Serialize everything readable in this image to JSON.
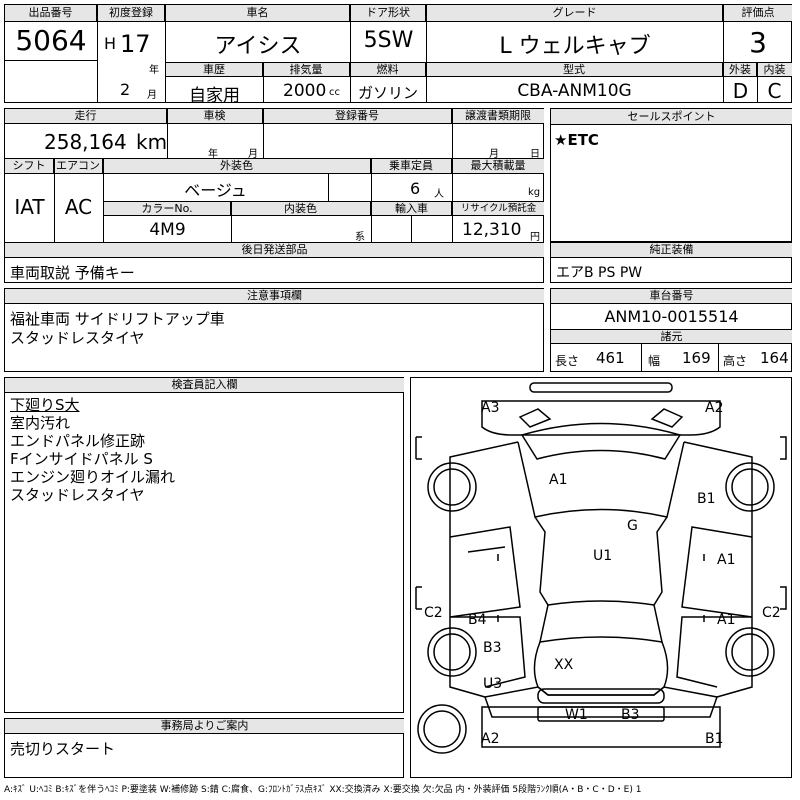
{
  "header": {
    "lot_label": "出品番号",
    "lot_no": "5064",
    "first_reg_label": "初度登録",
    "era": "H",
    "year": "17",
    "year_unit": "年",
    "month": "2",
    "month_unit": "月",
    "car_name_label": "車名",
    "car_name": "アイシス",
    "door_label": "ドア形状",
    "door": "5SW",
    "grade_label": "グレード",
    "grade": "L ウェルキャブ",
    "score_label": "評価点",
    "score": "3",
    "history_label": "車歴",
    "history": "自家用",
    "displacement_label": "排気量",
    "displacement": "2000",
    "displacement_unit": "cc",
    "fuel_label": "燃料",
    "fuel": "ガソリン",
    "model_label": "型式",
    "model": "CBA-ANM10G",
    "exterior_label": "外装",
    "exterior": "D",
    "interior_label": "内装",
    "interior": "C"
  },
  "details": {
    "mileage_label": "走行",
    "mileage": "258,164",
    "mileage_unit": "km",
    "inspection_label": "車検",
    "inspection_year_unit": "年",
    "inspection_month_unit": "月",
    "plate_label": "登録番号",
    "transfer_label": "譲渡書類期限",
    "transfer_month_unit": "月",
    "transfer_day_unit": "日",
    "shift_label": "シフト",
    "shift": "IAT",
    "ac_label": "エアコン",
    "ac": "AC",
    "color_label": "外装色",
    "color": "ベージュ",
    "capacity_label": "乗車定員",
    "capacity": "6",
    "capacity_unit": "人",
    "load_label": "最大積載量",
    "load_unit": "kg",
    "color_no_label": "カラーNo.",
    "color_no": "4M9",
    "interior_color_label": "内装色",
    "interior_color_unit": "系",
    "import_label": "輸入車",
    "recycle_label": "リサイクル預託金",
    "recycle": "12,310",
    "recycle_unit": "円",
    "later_parts_label": "後日発送部品",
    "later_parts": "車両取説 予備キー",
    "sales_label": "セールスポイント",
    "sales": "★ETC",
    "genuine_label": "純正装備",
    "genuine": "エアB PS PW"
  },
  "notes": {
    "caution_label": "注意事項欄",
    "caution_lines": [
      "福祉車両 サイドリフトアップ車",
      "スタッドレスタイヤ"
    ],
    "chassis_label": "車台番号",
    "chassis": "ANM10-0015514",
    "dims_label": "諸元",
    "length_label": "長さ",
    "length": "461",
    "width_label": "幅",
    "width": "169",
    "height_label": "高さ",
    "height": "164",
    "inspector_label": "検査員記入欄",
    "inspector_lines": [
      "下廻りS大",
      "室内汚れ",
      "エンドパネル修正跡",
      "Fインサイドパネル S",
      "エンジン廻りオイル漏れ",
      "スタッドレスタイヤ"
    ],
    "office_label": "事務局よりご案内",
    "office": "売切りスタート"
  },
  "diagram_labels": {
    "a3_tl": "A3",
    "a2_tr": "A2",
    "a1_hood": "A1",
    "b1_right": "B1",
    "g": "G",
    "u1": "U1",
    "a1_rdoor1": "A1",
    "a1_rdoor2": "A1",
    "c2_left": "C2",
    "c2_right": "C2",
    "b4": "B4",
    "b3": "B3",
    "xx": "XX",
    "u3": "U3",
    "w1": "W1",
    "b3_rear": "B3",
    "a2_bl": "A2",
    "b1_br": "B1"
  },
  "legend": "A:ｷｽﾞ U:ﾍｺﾐ B:ｷｽﾞを伴うﾍｺﾐ P:要塗装 W:補修跡 S:錆 C:腐食、G:ﾌﾛﾝﾄｶﾞﾗｽ点ｷｽﾞ XX:交換済み X:要交換 欠:欠品 内・外装評価 5段階ﾗﾝｸ順(A・B・C・D・E) 1"
}
